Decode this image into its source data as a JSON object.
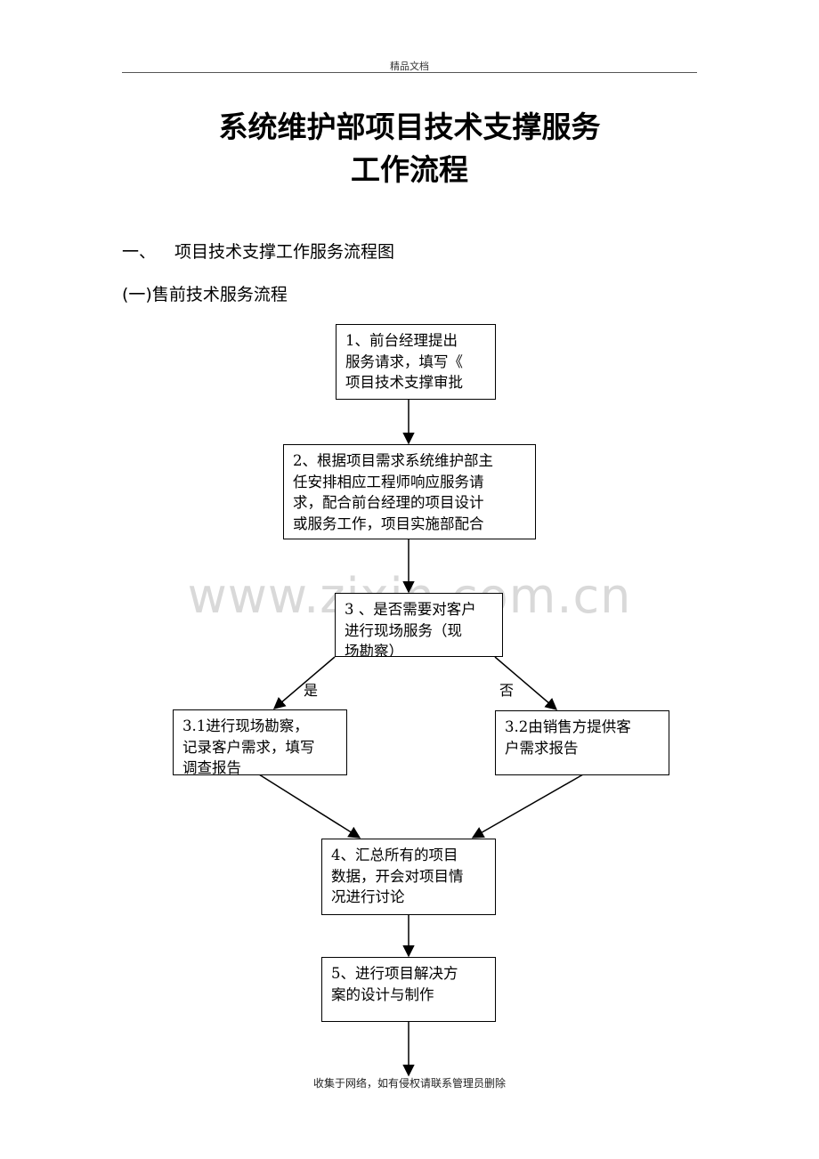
{
  "header": {
    "text": "精品文档"
  },
  "title": {
    "line1": "系统维护部项目技术支撑服务",
    "line2": "工作流程"
  },
  "section1": {
    "number": "一、",
    "text": "项目技术支撑工作服务流程图"
  },
  "section2": {
    "text": "(一)售前技术服务流程"
  },
  "watermark": {
    "text": "www.zixin.com.cn"
  },
  "flow": {
    "step1": [
      "1、前台经理提出",
      "服务请求，填写《",
      "项目技术支撑审批"
    ],
    "step2": [
      "2、根据项目需求系统维护部主",
      "任安排相应工程师响应服务请",
      "求，配合前台经理的项目设计",
      "或服务工作，项目实施部配合"
    ],
    "step3": [
      "3 、是否需要对客户",
      "进行现场服务（现",
      "场勘察）"
    ],
    "yes_label": "是",
    "no_label": "否",
    "step3_1": [
      "3.1进行现场勘察，",
      "记录客户需求，填写",
      "调查报告"
    ],
    "step3_2": [
      "3.2由销售方提供客",
      "户需求报告"
    ],
    "step4": [
      "4、汇总所有的项目",
      "数据，开会对项目情",
      "况进行讨论"
    ],
    "step5": [
      "5、进行项目解决方",
      "案的设计与制作"
    ]
  },
  "footer": {
    "text": "收集于网络，如有侵权请联系管理员删除"
  }
}
